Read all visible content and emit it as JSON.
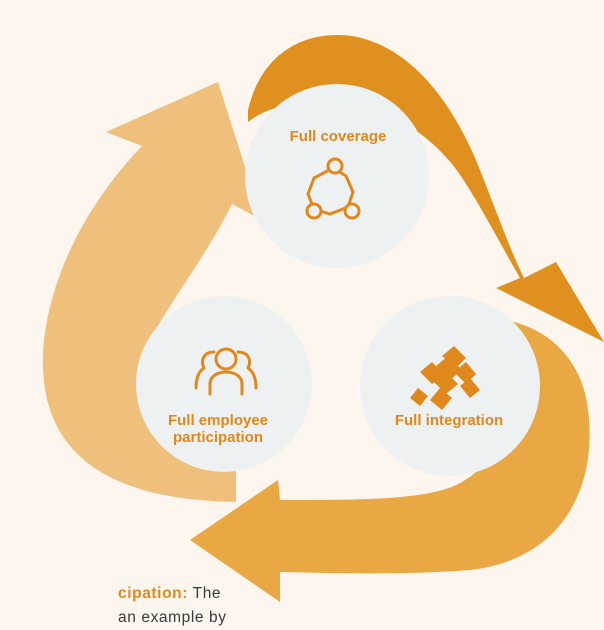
{
  "nodes": {
    "top": {
      "label": "Full coverage",
      "icon": "network-nodes-icon"
    },
    "left": {
      "label_line1": "Full employee",
      "label_line2": "participation",
      "icon": "people-group-icon"
    },
    "right": {
      "label": "Full integration",
      "icon": "joined-hands-icon"
    }
  },
  "caption": {
    "lead": "cipation:",
    "line1": "The",
    "line2": "an example by"
  },
  "colors": {
    "background": "#fcf6ee",
    "arrow_top_right": "#e0901e",
    "arrow_bottom": "#e9a844",
    "arrow_left": "#efc07c",
    "circle_fill": "#eef1f1",
    "accent": "#e0881c"
  }
}
